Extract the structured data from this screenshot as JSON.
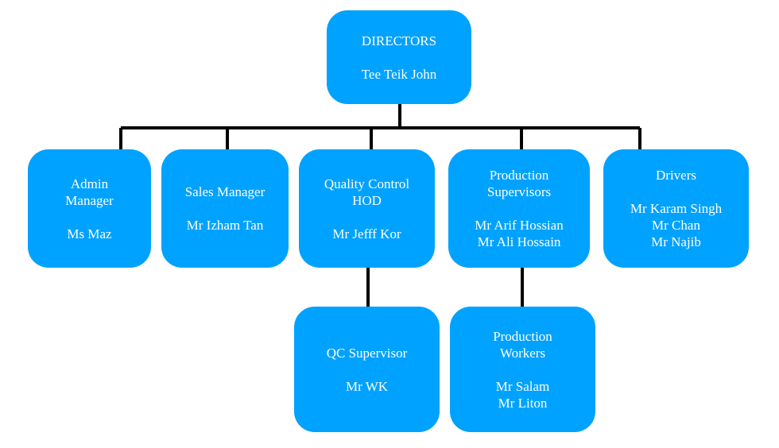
{
  "colors": {
    "node_fill": "#00A2FF",
    "node_text": "#FFFFFF",
    "connector": "#000000"
  },
  "nodes": {
    "directors": {
      "title": [
        "DIRECTORS"
      ],
      "names": [
        "Tee Teik John"
      ]
    },
    "admin": {
      "title": [
        "Admin",
        "Manager"
      ],
      "names": [
        "Ms Maz"
      ]
    },
    "sales": {
      "title": [
        "Sales Manager"
      ],
      "names": [
        "Mr Izham Tan"
      ]
    },
    "qc_hod": {
      "title": [
        "Quality Control",
        "HOD"
      ],
      "names": [
        "Mr Jefff Kor"
      ]
    },
    "production_supervisors": {
      "title": [
        "Production",
        "Supervisors"
      ],
      "names": [
        "Mr Arif Hossian",
        "Mr Ali Hossain"
      ]
    },
    "drivers": {
      "title": [
        "Drivers"
      ],
      "names": [
        "Mr Karam Singh",
        "Mr Chan",
        "Mr Najib"
      ]
    },
    "qc_supervisor": {
      "title": [
        "QC Supervisor"
      ],
      "names": [
        "Mr WK"
      ]
    },
    "production_workers": {
      "title": [
        "Production",
        "Workers"
      ],
      "names": [
        "Mr Salam",
        "Mr Liton"
      ]
    }
  },
  "edges": [
    [
      "directors",
      "admin"
    ],
    [
      "directors",
      "sales"
    ],
    [
      "directors",
      "qc_hod"
    ],
    [
      "directors",
      "production_supervisors"
    ],
    [
      "directors",
      "drivers"
    ],
    [
      "qc_hod",
      "qc_supervisor"
    ],
    [
      "production_supervisors",
      "production_workers"
    ]
  ]
}
